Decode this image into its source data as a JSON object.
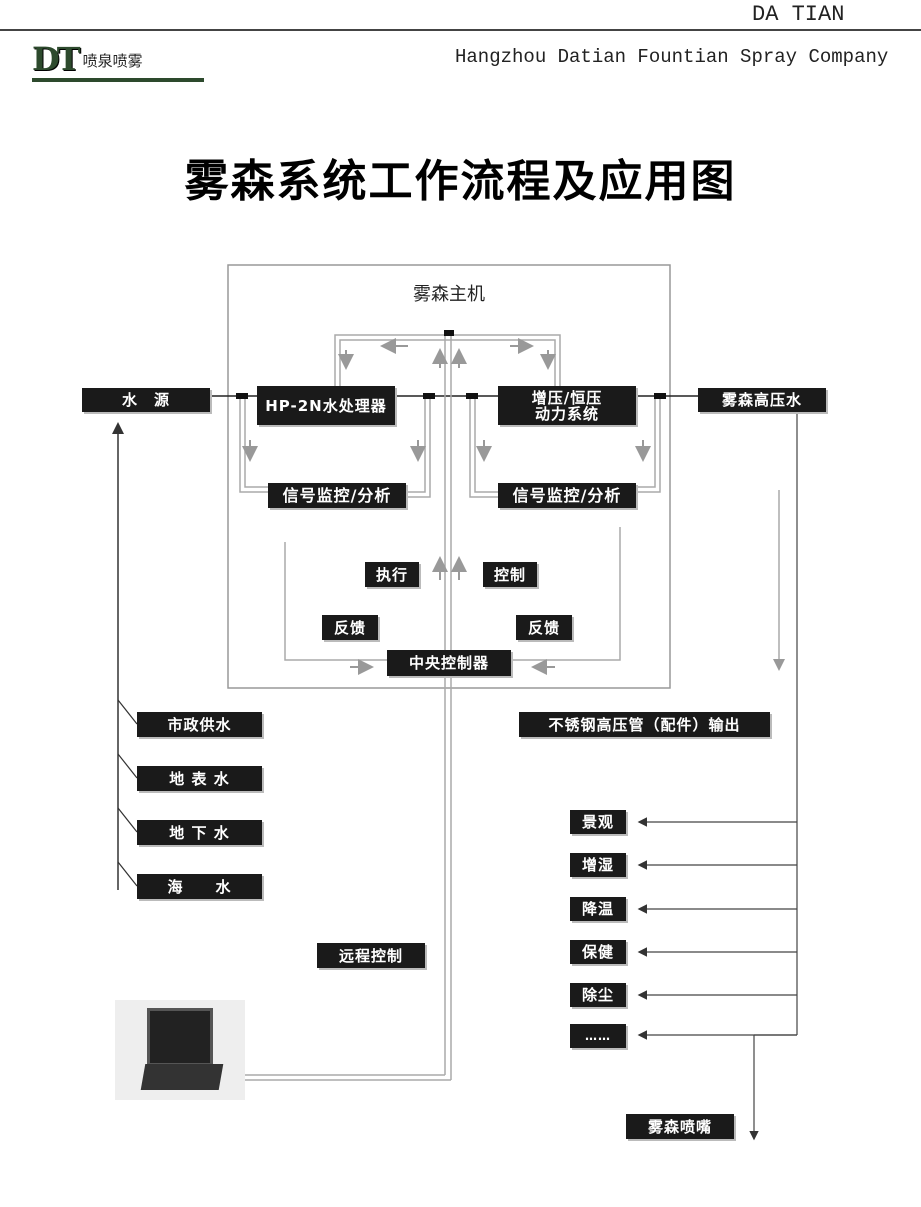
{
  "header": {
    "brand_right": "DA TIAN",
    "company": "Hangzhou Datian Fountian Spray Company",
    "logo_letters": "DT",
    "logo_text": "喷泉喷雾"
  },
  "title": "雾森系统工作流程及应用图",
  "colors": {
    "box": "#1a1a1a",
    "logo_green": "#2d4a2d",
    "line": "#888888"
  },
  "diagram": {
    "host_label": "雾森主机",
    "water_source": "水　源",
    "water_treatment": "HP-2N水处理器",
    "pressure_system": [
      "增压/恒压",
      "动力系统"
    ],
    "high_pressure_water": "雾森高压水",
    "signal_left": "信号监控/分析",
    "signal_right": "信号监控/分析",
    "execute": "执行",
    "control": "控制",
    "feedback_left": "反馈",
    "feedback_right": "反馈",
    "central_controller": "中央控制器",
    "sources": [
      "市政供水",
      "地 表 水",
      "地 下 水",
      "海　　水"
    ],
    "pipe_output": "不锈钢高压管（配件）输出",
    "remote_control": "远程控制",
    "applications": [
      "景观",
      "增湿",
      "降温",
      "保健",
      "除尘",
      "……"
    ],
    "nozzle": "雾森喷嘴"
  }
}
